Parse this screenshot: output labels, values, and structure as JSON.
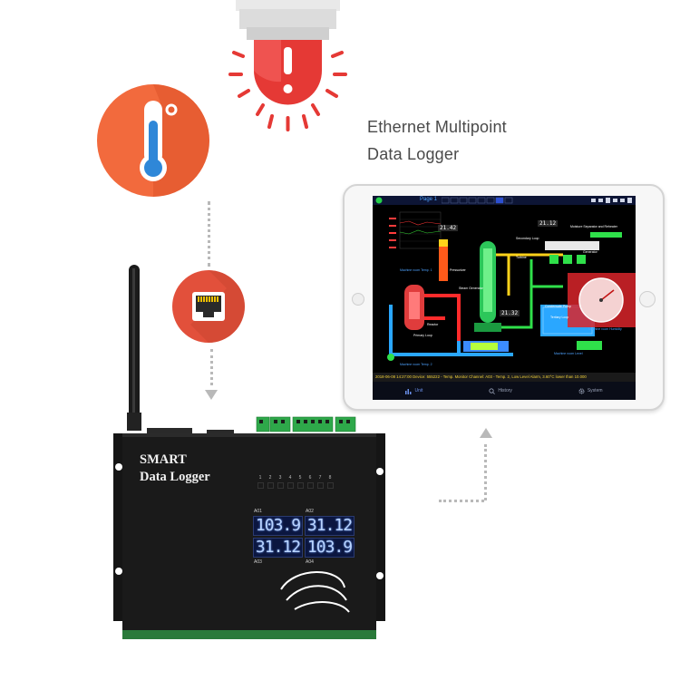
{
  "headline": {
    "line1": "Ethernet Multipoint",
    "line2": "Data Logger"
  },
  "icons": {
    "alarm": "alarm-light-icon",
    "thermometer": "thermometer-icon",
    "ethernet": "ethernet-port-icon",
    "antenna": "antenna-icon",
    "brand_logo": "brand-logo-icon"
  },
  "colors": {
    "alarm_red": "#e53935",
    "thermo_orange": "#f26a3d",
    "ethernet_red": "#e2503b",
    "device_body": "#1a1a1a",
    "terminal_green": "#2ea84a",
    "lcd_blue": "#b9d4ff"
  },
  "tablet": {
    "page_tab": "Page 1",
    "ticker": "2018-06-08 14:27:00 Device: 555222 - Temp. Monitor  Channel: A03 - Temp. 2, Low Level Alarm, 3.60°C lower than 10.000",
    "display_value_1": "21.42",
    "display_value_2": "21.12",
    "display_value_3": "21.32",
    "labels": {
      "pressurizer": "Pressurizer",
      "steam_generator": "Steam Generator",
      "reactor": "Reactor",
      "primary_loop": "Primary Loop",
      "turbine": "Turbine",
      "generator": "Generator",
      "condensate_pump": "Condensate Pump",
      "tertiary_loop": "Tertiary Loop",
      "secondary_loop": "Secondary Loop",
      "moisture_separator": "Moisture Separator and Reheater",
      "machine_room_temp1": "Machine room Temp. 1",
      "machine_room_temp2": "Machine room Temp. 2",
      "machine_room_humidity": "Machine room Humidity",
      "machine_room_level": "Machine room Level"
    },
    "nav": [
      {
        "label": "Unit",
        "icon": "bar-chart-icon"
      },
      {
        "label": "History",
        "icon": "search-icon"
      },
      {
        "label": "System",
        "icon": "gear-icon"
      }
    ]
  },
  "device": {
    "title_line1": "SMART",
    "title_line2": "Data Logger",
    "led_labels": [
      "1",
      "2",
      "3",
      "4",
      "5",
      "6",
      "7",
      "8"
    ],
    "displays": [
      {
        "label": "A01",
        "value": "103.9"
      },
      {
        "label": "A02",
        "value": "31.12"
      },
      {
        "label": "A03",
        "value": "31.12"
      },
      {
        "label": "A04",
        "value": "103.9"
      }
    ]
  }
}
